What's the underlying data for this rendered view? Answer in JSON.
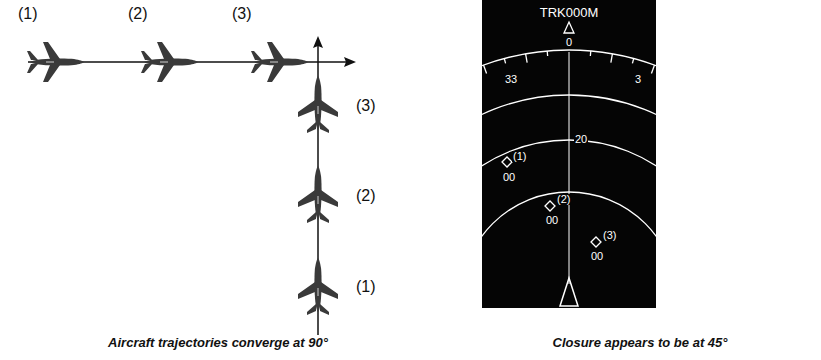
{
  "diagram": {
    "labels": [
      "(1)",
      "(2)",
      "(3)",
      "(3)",
      "(2)",
      "(1)",
      "Aircraft trajectories converge at 90°",
      "TRK000M",
      "0",
      "33",
      "3",
      "20",
      "(1)",
      "00",
      "(2)",
      "00",
      "(3)",
      "00",
      "Closure appears to be at 45°"
    ]
  }
}
